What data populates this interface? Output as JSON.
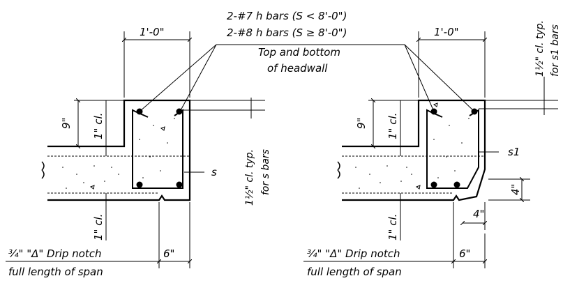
{
  "callouts": {
    "h_bars_line1": "2-#7 h bars (S < 8'-0\")",
    "h_bars_line2": "2-#8 h bars (S ≥ 8'-0\")",
    "headwall_line1": "Top and bottom",
    "headwall_line2": "of headwall"
  },
  "left_detail": {
    "top_width": "1'-0\"",
    "height_9": "9\"",
    "clear_top": "1\" cl.",
    "clear_bottom": "1\" cl.",
    "side_clear_line1": "1½\" cl. typ.",
    "side_clear_line2": "for s bars",
    "s_label": "s",
    "drip_line1": "¾\" \"Δ\" Drip notch",
    "drip_line2": "full length of span",
    "dim_6": "6\""
  },
  "right_detail": {
    "top_width": "1'-0\"",
    "height_9": "9\"",
    "clear_top": "1\" cl.",
    "clear_bottom": "1\" cl.",
    "corner_clear_line1": "1½\" cl. typ.",
    "corner_clear_line2": "for s1 bars",
    "s1_label": "s1",
    "dim_4_vertical": "4\"",
    "dim_4_horizontal": "4\"",
    "drip_line1": "¾\" \"Δ\" Drip notch",
    "drip_line2": "full length of span",
    "dim_6": "6\""
  }
}
